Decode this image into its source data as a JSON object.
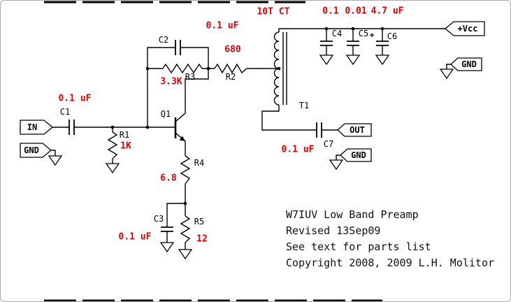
{
  "colors": {
    "line": "#000000",
    "value": "#dd0000",
    "background": "#ffffff",
    "frame_border": "#ababab"
  },
  "connectors": {
    "in": "IN",
    "out": "OUT",
    "vcc": "+Vcc",
    "gnd": "GND"
  },
  "components": {
    "c1": {
      "ref": "C1",
      "value": "0.1 uF"
    },
    "c2": {
      "ref": "C2",
      "value": "0.1 uF"
    },
    "c3": {
      "ref": "C3",
      "value": "0.1 uF"
    },
    "c4": {
      "ref": "C4",
      "value": "0.1"
    },
    "c5": {
      "ref": "C5",
      "value": "0.01"
    },
    "c6": {
      "ref": "C6",
      "value": "4.7 uF",
      "polarity": "+"
    },
    "c7": {
      "ref": "C7",
      "value": "0.1 uF"
    },
    "r1": {
      "ref": "R1",
      "value": "1K"
    },
    "r2": {
      "ref": "R2",
      "value": "680"
    },
    "r3": {
      "ref": "R3",
      "value": "3.3K"
    },
    "r4": {
      "ref": "R4",
      "value": "6.8"
    },
    "r5": {
      "ref": "R5",
      "value": "12"
    },
    "q1": {
      "ref": "Q1"
    },
    "t1": {
      "ref": "T1",
      "value": "10T CT"
    }
  },
  "title_block": {
    "line1": "W7IUV Low Band Preamp",
    "line2": "Revised 13Sep09",
    "line3": "See text for parts list",
    "line4": "Copyright 2008, 2009 L.H. Molitor"
  }
}
